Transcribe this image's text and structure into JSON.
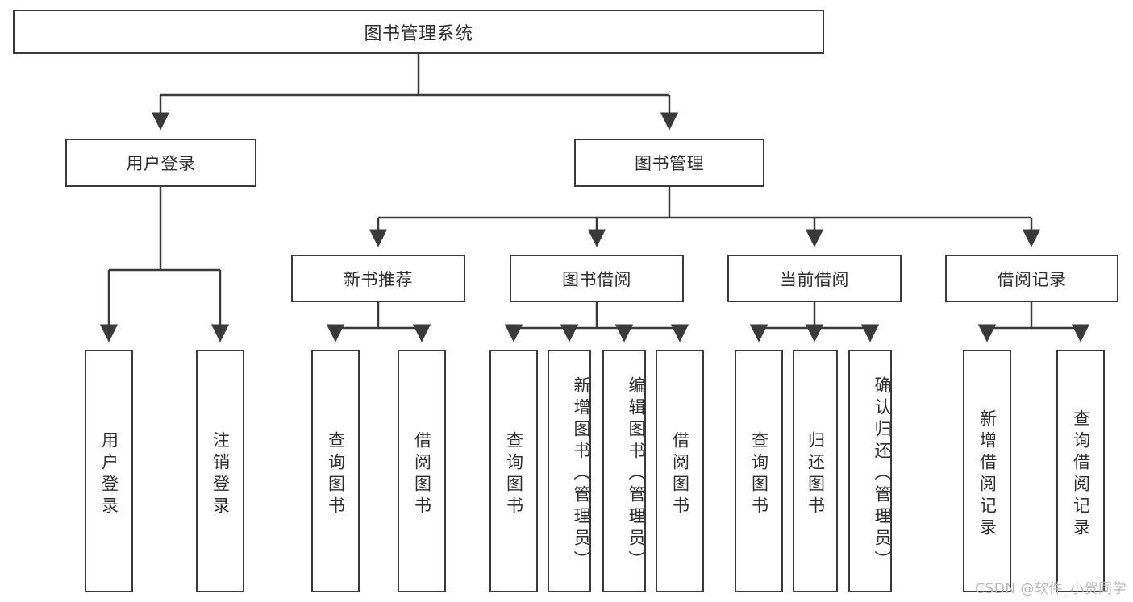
{
  "diagram": {
    "title": "图书管理系统",
    "watermark": "CSDN @软件_小贺同学",
    "colors": {
      "stroke": "#3a3a3a",
      "text": "#2e2e2e",
      "background": "#ffffff",
      "watermark": "#b9b9b9"
    },
    "root": {
      "label": "图书管理系统"
    },
    "level1": [
      {
        "label": "用户登录"
      },
      {
        "label": "图书管理"
      }
    ],
    "level2": [
      {
        "label": "新书推荐"
      },
      {
        "label": "图书借阅"
      },
      {
        "label": "当前借阅"
      },
      {
        "label": "借阅记录"
      }
    ],
    "leaves": {
      "user_login": [
        {
          "label": "用户登录"
        },
        {
          "label": "注销登录"
        }
      ],
      "new_book": [
        {
          "label": "查询图书"
        },
        {
          "label": "借阅图书"
        }
      ],
      "book_borrow": [
        {
          "label": "查询图书"
        },
        {
          "label": "新增图书（管理员）"
        },
        {
          "label": "编辑图书（管理员）"
        },
        {
          "label": "借阅图书"
        }
      ],
      "current_borrow": [
        {
          "label": "查询图书"
        },
        {
          "label": "归还图书"
        },
        {
          "label": "确认归还（管理员）"
        }
      ],
      "borrow_record": [
        {
          "label": "新增借阅记录"
        },
        {
          "label": "查询借阅记录"
        }
      ]
    }
  }
}
